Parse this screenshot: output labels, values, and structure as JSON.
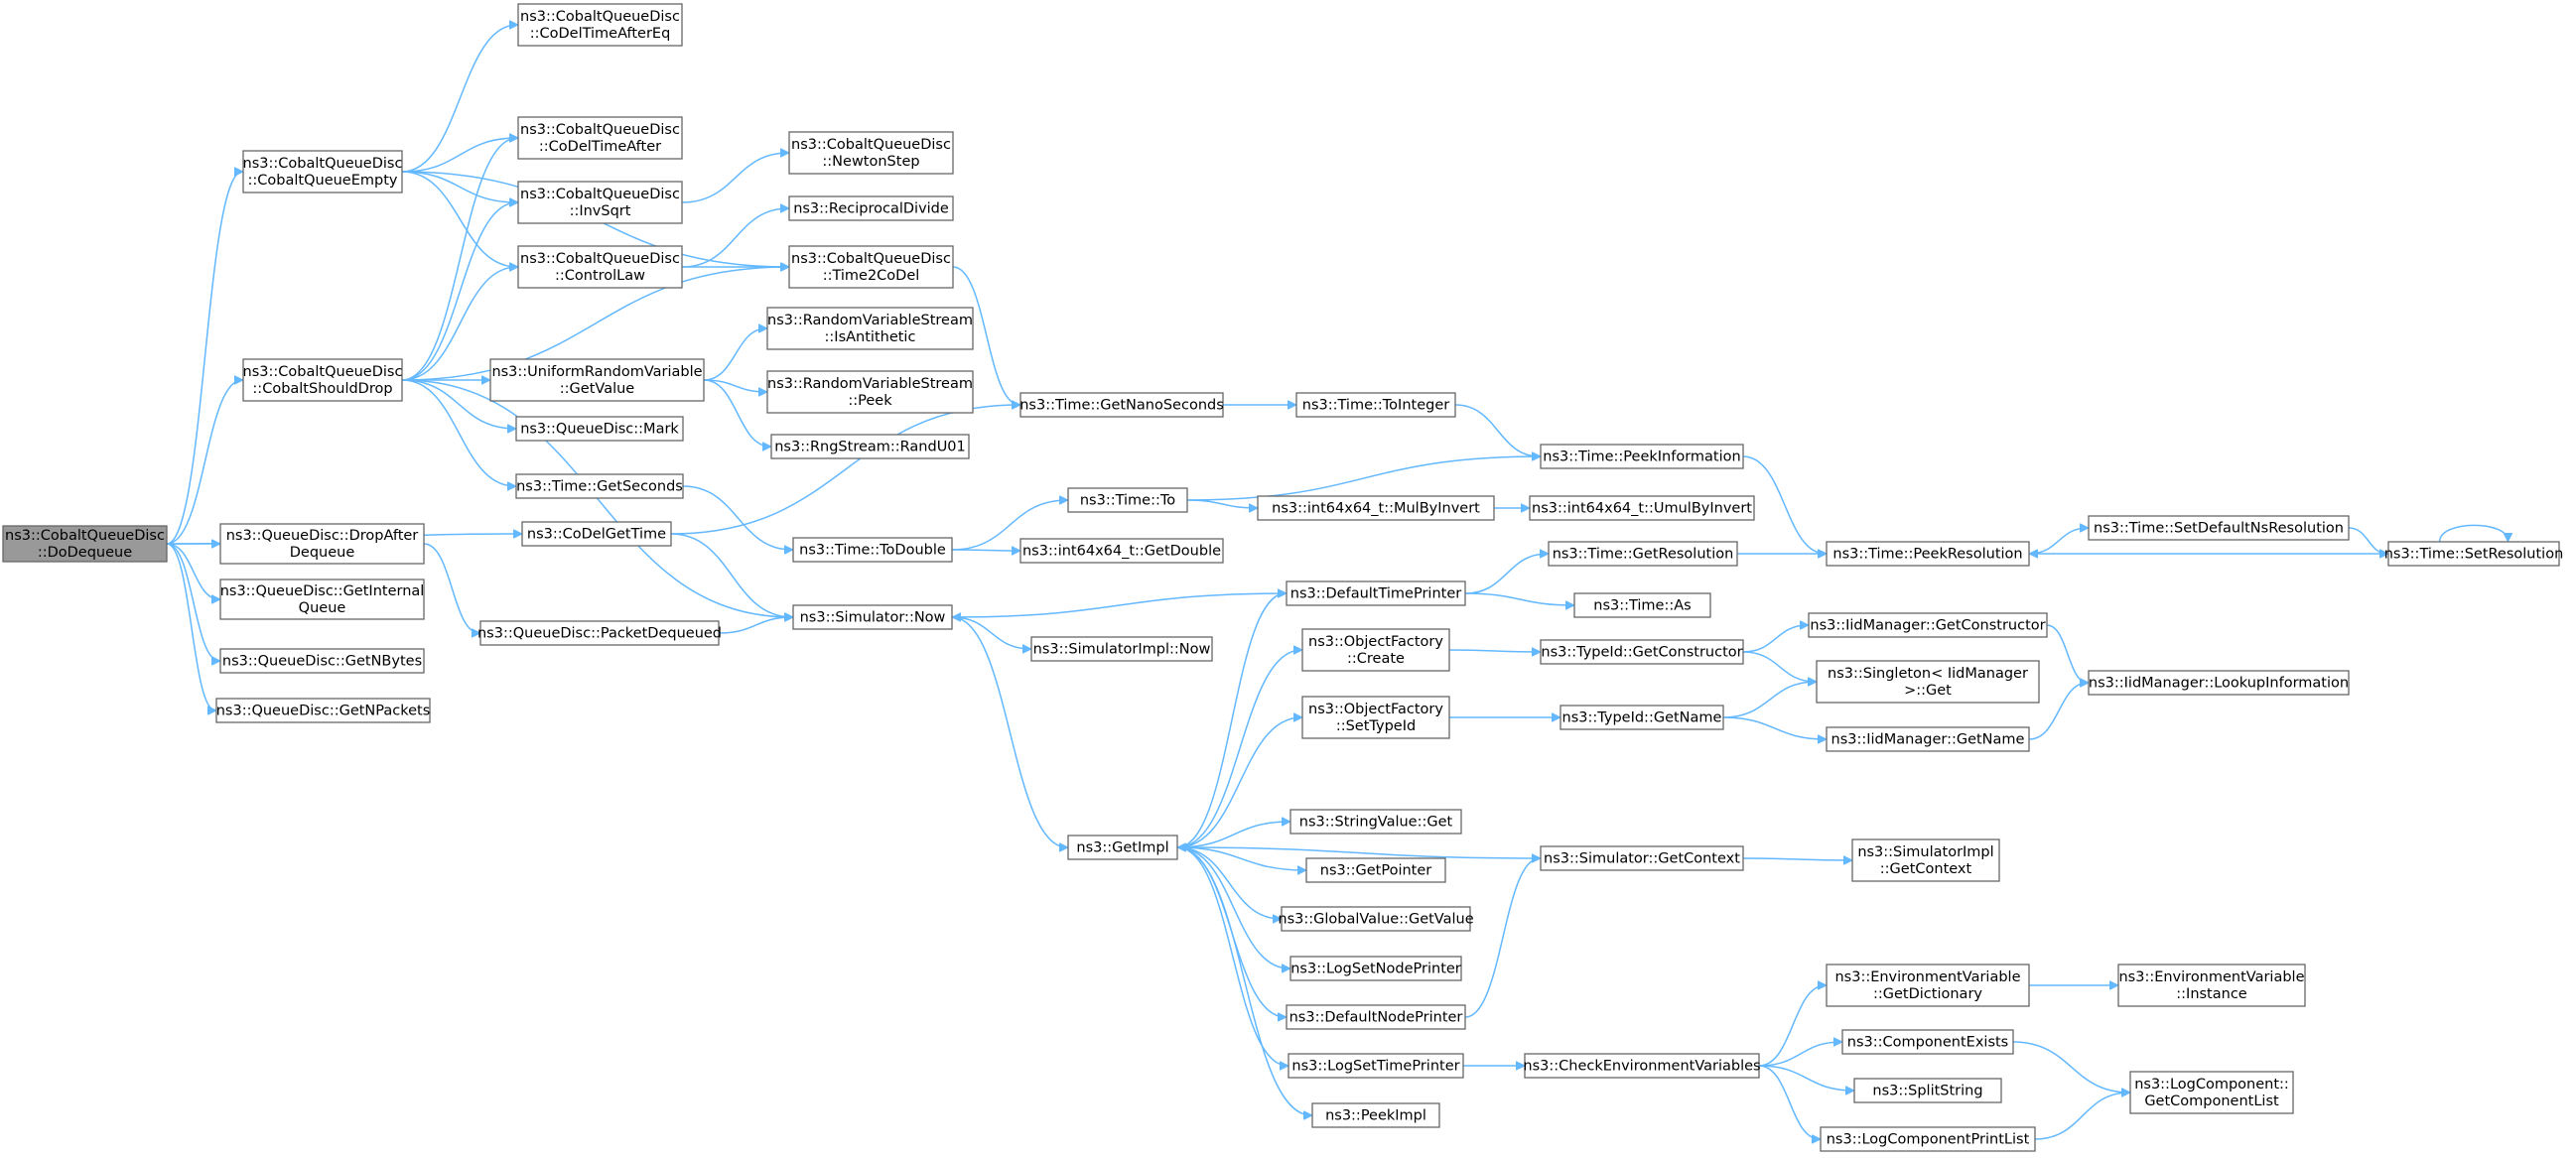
{
  "graph": {
    "colors": {
      "edge": "#63b8ff",
      "node_border": "#666666",
      "node_fill": "#ffffff",
      "root_fill": "#999999"
    },
    "nodes": [
      {
        "id": "doDequeue",
        "lines": [
          "ns3::CobaltQueueDisc",
          "::DoDequeue"
        ],
        "root": true
      },
      {
        "id": "cobaltQueueEmpty",
        "lines": [
          "ns3::CobaltQueueDisc",
          "::CobaltQueueEmpty"
        ]
      },
      {
        "id": "cobaltShouldDrop",
        "lines": [
          "ns3::CobaltQueueDisc",
          "::CobaltShouldDrop"
        ]
      },
      {
        "id": "coDelGetTime",
        "lines": [
          "ns3::CoDelGetTime"
        ]
      },
      {
        "id": "dropAfterDequeue",
        "lines": [
          "ns3::QueueDisc::DropAfter",
          "Dequeue"
        ]
      },
      {
        "id": "getInternalQueue",
        "lines": [
          "ns3::QueueDisc::GetInternal",
          "Queue"
        ]
      },
      {
        "id": "getNBytes",
        "lines": [
          "ns3::QueueDisc::GetNBytes"
        ]
      },
      {
        "id": "getNPackets",
        "lines": [
          "ns3::QueueDisc::GetNPackets"
        ]
      },
      {
        "id": "coDelTimeAfterEq",
        "lines": [
          "ns3::CobaltQueueDisc",
          "::CoDelTimeAfterEq"
        ]
      },
      {
        "id": "coDelTimeAfter",
        "lines": [
          "ns3::CobaltQueueDisc",
          "::CoDelTimeAfter"
        ]
      },
      {
        "id": "invSqrt",
        "lines": [
          "ns3::CobaltQueueDisc",
          "::InvSqrt"
        ]
      },
      {
        "id": "controlLaw",
        "lines": [
          "ns3::CobaltQueueDisc",
          "::ControlLaw"
        ]
      },
      {
        "id": "newtonStep",
        "lines": [
          "ns3::CobaltQueueDisc",
          "::NewtonStep"
        ]
      },
      {
        "id": "reciprocalDivide",
        "lines": [
          "ns3::ReciprocalDivide"
        ]
      },
      {
        "id": "time2CoDel",
        "lines": [
          "ns3::CobaltQueueDisc",
          "::Time2CoDel"
        ]
      },
      {
        "id": "uniformGetValue",
        "lines": [
          "ns3::UniformRandomVariable",
          "::GetValue"
        ]
      },
      {
        "id": "isAntithetic",
        "lines": [
          "ns3::RandomVariableStream",
          "::IsAntithetic"
        ]
      },
      {
        "id": "peek",
        "lines": [
          "ns3::RandomVariableStream",
          "::Peek"
        ]
      },
      {
        "id": "randU01",
        "lines": [
          "ns3::RngStream::RandU01"
        ]
      },
      {
        "id": "mark",
        "lines": [
          "ns3::QueueDisc::Mark"
        ]
      },
      {
        "id": "getSeconds",
        "lines": [
          "ns3::Time::GetSeconds"
        ]
      },
      {
        "id": "packetDequeued",
        "lines": [
          "ns3::QueueDisc::PacketDequeued"
        ]
      },
      {
        "id": "simulatorNow",
        "lines": [
          "ns3::Simulator::Now"
        ]
      },
      {
        "id": "getNanoSeconds",
        "lines": [
          "ns3::Time::GetNanoSeconds"
        ]
      },
      {
        "id": "toInteger",
        "lines": [
          "ns3::Time::ToInteger"
        ]
      },
      {
        "id": "timeTo",
        "lines": [
          "ns3::Time::To"
        ]
      },
      {
        "id": "toDouble",
        "lines": [
          "ns3::Time::ToDouble"
        ]
      },
      {
        "id": "simImplNow",
        "lines": [
          "ns3::SimulatorImpl::Now"
        ]
      },
      {
        "id": "getImpl",
        "lines": [
          "ns3::GetImpl"
        ]
      },
      {
        "id": "peekInformation",
        "lines": [
          "ns3::Time::PeekInformation"
        ]
      },
      {
        "id": "mulByInvert",
        "lines": [
          "ns3::int64x64_t::MulByInvert"
        ]
      },
      {
        "id": "umulByInvert",
        "lines": [
          "ns3::int64x64_t::UmulByInvert"
        ]
      },
      {
        "id": "getDouble",
        "lines": [
          "ns3::int64x64_t::GetDouble"
        ]
      },
      {
        "id": "defaultTimePrinter",
        "lines": [
          "ns3::DefaultTimePrinter"
        ]
      },
      {
        "id": "getResolution",
        "lines": [
          "ns3::Time::GetResolution"
        ]
      },
      {
        "id": "timeAs",
        "lines": [
          "ns3::Time::As"
        ]
      },
      {
        "id": "peekResolution",
        "lines": [
          "ns3::Time::PeekResolution"
        ]
      },
      {
        "id": "setDefaultNsResolution",
        "lines": [
          "ns3::Time::SetDefaultNsResolution"
        ]
      },
      {
        "id": "setResolution",
        "lines": [
          "ns3::Time::SetResolution"
        ]
      },
      {
        "id": "objFactoryCreate",
        "lines": [
          "ns3::ObjectFactory",
          "::Create"
        ]
      },
      {
        "id": "objFactorySetTypeId",
        "lines": [
          "ns3::ObjectFactory",
          "::SetTypeId"
        ]
      },
      {
        "id": "typeIdGetConstructor",
        "lines": [
          "ns3::TypeId::GetConstructor"
        ]
      },
      {
        "id": "typeIdGetName",
        "lines": [
          "ns3::TypeId::GetName"
        ]
      },
      {
        "id": "iidGetConstructor",
        "lines": [
          "ns3::IidManager::GetConstructor"
        ]
      },
      {
        "id": "singletonGet",
        "lines": [
          "ns3::Singleton< IidManager",
          ">::Get"
        ]
      },
      {
        "id": "iidGetName",
        "lines": [
          "ns3::IidManager::GetName"
        ]
      },
      {
        "id": "lookupInformation",
        "lines": [
          "ns3::IidManager::LookupInformation"
        ]
      },
      {
        "id": "stringValueGet",
        "lines": [
          "ns3::StringValue::Get"
        ]
      },
      {
        "id": "getPointer",
        "lines": [
          "ns3::GetPointer"
        ]
      },
      {
        "id": "globalValueGetValue",
        "lines": [
          "ns3::GlobalValue::GetValue"
        ]
      },
      {
        "id": "logSetNodePrinter",
        "lines": [
          "ns3::LogSetNodePrinter"
        ]
      },
      {
        "id": "defaultNodePrinter",
        "lines": [
          "ns3::DefaultNodePrinter"
        ]
      },
      {
        "id": "logSetTimePrinter",
        "lines": [
          "ns3::LogSetTimePrinter"
        ]
      },
      {
        "id": "peekImpl",
        "lines": [
          "ns3::PeekImpl"
        ]
      },
      {
        "id": "simGetContext",
        "lines": [
          "ns3::Simulator::GetContext"
        ]
      },
      {
        "id": "simImplGetContext",
        "lines": [
          "ns3::SimulatorImpl",
          "::GetContext"
        ]
      },
      {
        "id": "checkEnvVars",
        "lines": [
          "ns3::CheckEnvironmentVariables"
        ]
      },
      {
        "id": "envGetDictionary",
        "lines": [
          "ns3::EnvironmentVariable",
          "::GetDictionary"
        ]
      },
      {
        "id": "envInstance",
        "lines": [
          "ns3::EnvironmentVariable",
          "::Instance"
        ]
      },
      {
        "id": "componentExists",
        "lines": [
          "ns3::ComponentExists"
        ]
      },
      {
        "id": "splitString",
        "lines": [
          "ns3::SplitString"
        ]
      },
      {
        "id": "logComponentPrintList",
        "lines": [
          "ns3::LogComponentPrintList"
        ]
      },
      {
        "id": "getComponentList",
        "lines": [
          "ns3::LogComponent::",
          "GetComponentList"
        ]
      }
    ],
    "edges": [
      [
        "doDequeue",
        "cobaltQueueEmpty"
      ],
      [
        "doDequeue",
        "cobaltShouldDrop"
      ],
      [
        "doDequeue",
        "coDelGetTime"
      ],
      [
        "doDequeue",
        "dropAfterDequeue"
      ],
      [
        "doDequeue",
        "getInternalQueue"
      ],
      [
        "doDequeue",
        "getNBytes"
      ],
      [
        "doDequeue",
        "getNPackets"
      ],
      [
        "cobaltQueueEmpty",
        "coDelTimeAfterEq"
      ],
      [
        "cobaltQueueEmpty",
        "coDelTimeAfter"
      ],
      [
        "cobaltQueueEmpty",
        "invSqrt"
      ],
      [
        "cobaltQueueEmpty",
        "controlLaw"
      ],
      [
        "cobaltQueueEmpty",
        "time2CoDel"
      ],
      [
        "cobaltShouldDrop",
        "coDelTimeAfter"
      ],
      [
        "cobaltShouldDrop",
        "invSqrt"
      ],
      [
        "cobaltShouldDrop",
        "controlLaw"
      ],
      [
        "cobaltShouldDrop",
        "time2CoDel"
      ],
      [
        "cobaltShouldDrop",
        "uniformGetValue"
      ],
      [
        "cobaltShouldDrop",
        "mark"
      ],
      [
        "cobaltShouldDrop",
        "getSeconds"
      ],
      [
        "cobaltShouldDrop",
        "simulatorNow"
      ],
      [
        "invSqrt",
        "newtonStep"
      ],
      [
        "controlLaw",
        "reciprocalDivide"
      ],
      [
        "controlLaw",
        "time2CoDel"
      ],
      [
        "time2CoDel",
        "getNanoSeconds"
      ],
      [
        "uniformGetValue",
        "isAntithetic"
      ],
      [
        "uniformGetValue",
        "peek"
      ],
      [
        "uniformGetValue",
        "randU01"
      ],
      [
        "getSeconds",
        "toDouble"
      ],
      [
        "coDelGetTime",
        "getNanoSeconds"
      ],
      [
        "coDelGetTime",
        "simulatorNow"
      ],
      [
        "dropAfterDequeue",
        "packetDequeued"
      ],
      [
        "packetDequeued",
        "simulatorNow"
      ],
      [
        "simulatorNow",
        "getImpl"
      ],
      [
        "simulatorNow",
        "simImplNow"
      ],
      [
        "getNanoSeconds",
        "toInteger"
      ],
      [
        "toInteger",
        "peekInformation"
      ],
      [
        "toDouble",
        "timeTo"
      ],
      [
        "toDouble",
        "getDouble"
      ],
      [
        "timeTo",
        "peekInformation"
      ],
      [
        "timeTo",
        "mulByInvert"
      ],
      [
        "mulByInvert",
        "umulByInvert"
      ],
      [
        "peekInformation",
        "peekResolution"
      ],
      [
        "getResolution",
        "peekResolution"
      ],
      [
        "peekResolution",
        "setDefaultNsResolution"
      ],
      [
        "setDefaultNsResolution",
        "setResolution"
      ],
      [
        "setResolution",
        "peekResolution"
      ],
      [
        "setResolution",
        "setResolution"
      ],
      [
        "defaultTimePrinter",
        "simulatorNow"
      ],
      [
        "defaultTimePrinter",
        "getResolution"
      ],
      [
        "defaultTimePrinter",
        "timeAs"
      ],
      [
        "getImpl",
        "defaultTimePrinter"
      ],
      [
        "getImpl",
        "objFactoryCreate"
      ],
      [
        "getImpl",
        "objFactorySetTypeId"
      ],
      [
        "getImpl",
        "stringValueGet"
      ],
      [
        "getImpl",
        "getPointer"
      ],
      [
        "getImpl",
        "globalValueGetValue"
      ],
      [
        "getImpl",
        "logSetNodePrinter"
      ],
      [
        "getImpl",
        "defaultNodePrinter"
      ],
      [
        "getImpl",
        "logSetTimePrinter"
      ],
      [
        "getImpl",
        "peekImpl"
      ],
      [
        "objFactoryCreate",
        "typeIdGetConstructor"
      ],
      [
        "objFactorySetTypeId",
        "typeIdGetName"
      ],
      [
        "typeIdGetConstructor",
        "iidGetConstructor"
      ],
      [
        "typeIdGetConstructor",
        "singletonGet"
      ],
      [
        "typeIdGetName",
        "singletonGet"
      ],
      [
        "typeIdGetName",
        "iidGetName"
      ],
      [
        "iidGetConstructor",
        "lookupInformation"
      ],
      [
        "iidGetName",
        "lookupInformation"
      ],
      [
        "defaultNodePrinter",
        "simGetContext"
      ],
      [
        "simGetContext",
        "getImpl"
      ],
      [
        "simGetContext",
        "simImplGetContext"
      ],
      [
        "logSetTimePrinter",
        "checkEnvVars"
      ],
      [
        "checkEnvVars",
        "envGetDictionary"
      ],
      [
        "checkEnvVars",
        "componentExists"
      ],
      [
        "checkEnvVars",
        "splitString"
      ],
      [
        "checkEnvVars",
        "logComponentPrintList"
      ],
      [
        "envGetDictionary",
        "envInstance"
      ],
      [
        "componentExists",
        "getComponentList"
      ],
      [
        "logComponentPrintList",
        "getComponentList"
      ]
    ]
  }
}
